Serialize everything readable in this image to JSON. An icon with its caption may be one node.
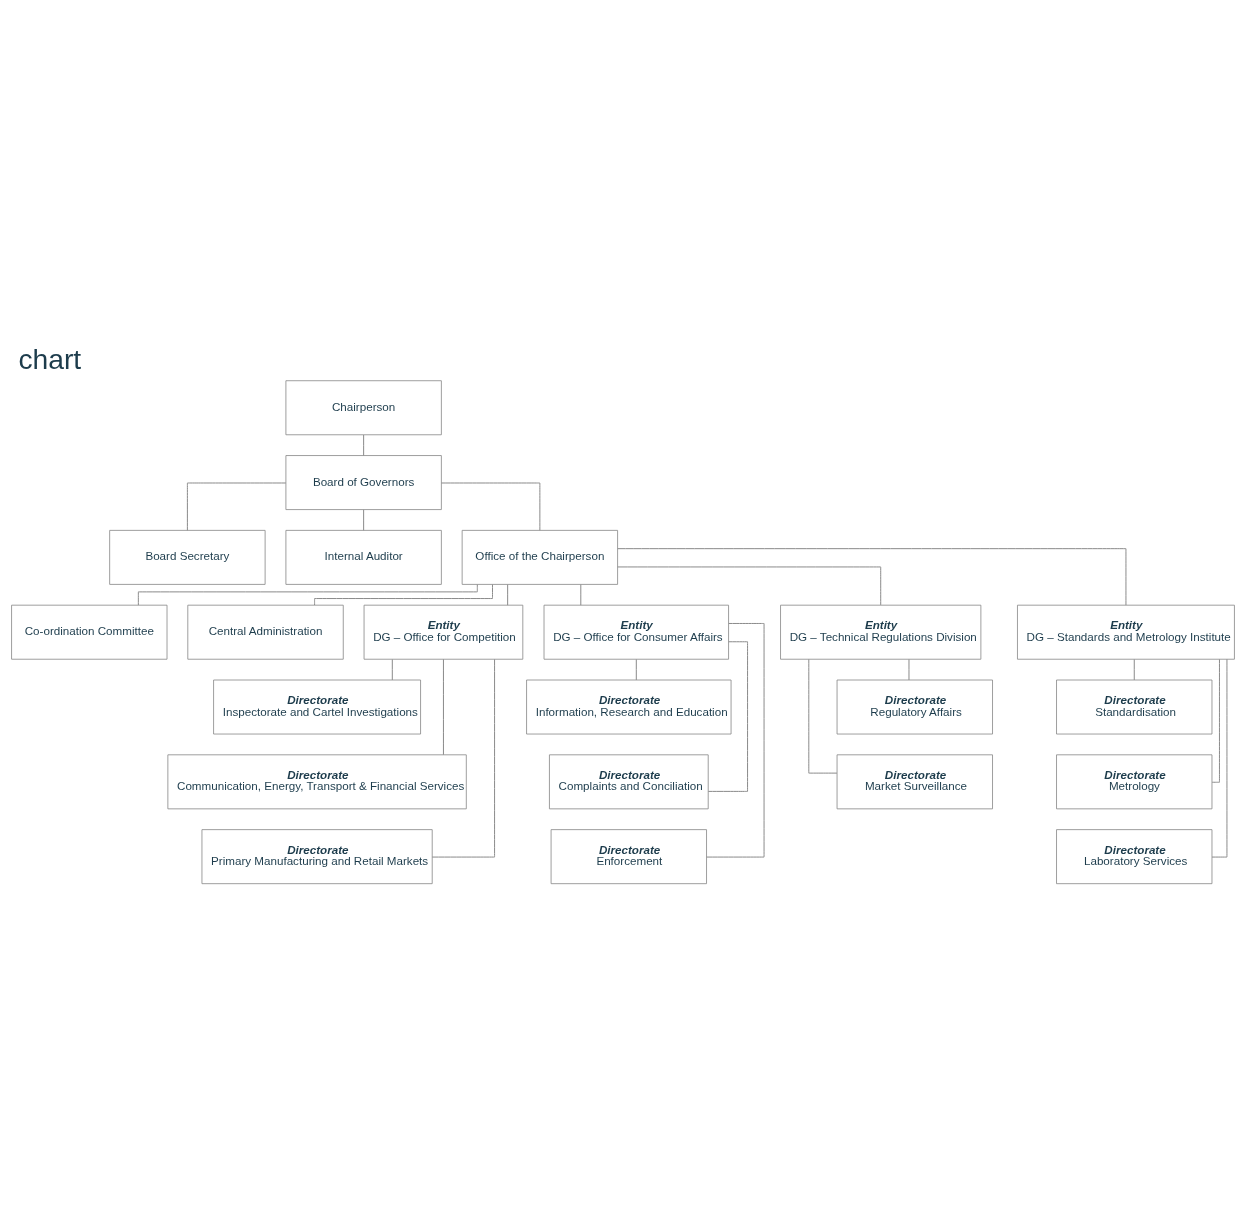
{
  "diagram": {
    "title": "chart",
    "nodes": [
      {
        "text": [
          "Chairperson"
        ]
      },
      {
        "text": [
          "Board of Governors"
        ]
      },
      {
        "text": [
          "Board Secretary"
        ]
      },
      {
        "text": [
          "Internal Auditor"
        ]
      },
      {
        "text": [
          "Office of the Chairperson"
        ]
      },
      {
        "text": [
          "Co-ordination Committee"
        ]
      },
      {
        "text": [
          "Central Administration"
        ]
      },
      {
        "text": [
          "Entity",
          "DG – Office for Competition"
        ]
      },
      {
        "text": [
          "Directorate",
          "Inspectorate and Cartel Investigations"
        ]
      },
      {
        "text": [
          "Directorate",
          "Communication, Energy, Transport & Financial Services"
        ]
      },
      {
        "text": [
          "Directorate",
          "Primary Manufacturing and Retail Markets"
        ]
      },
      {
        "text": [
          "Entity",
          "DG – Office for Consumer Affairs"
        ]
      },
      {
        "text": [
          "Directorate",
          "Information, Research and Education"
        ]
      },
      {
        "text": [
          "Directorate",
          "Complaints and Conciliation"
        ]
      },
      {
        "text": [
          "Directorate",
          "Enforcement"
        ]
      },
      {
        "text": [
          "Entity",
          "DG – Technical Regulations Division"
        ]
      },
      {
        "text": [
          "Directorate",
          "Regulatory Affairs"
        ]
      },
      {
        "text": [
          "Directorate",
          "Market Surveillance"
        ]
      },
      {
        "text": [
          "Entity",
          "DG – Standards and Metrology Institute"
        ]
      },
      {
        "text": [
          "Directorate",
          "Standardisation"
        ]
      },
      {
        "text": [
          "Directorate",
          "Metrology"
        ]
      },
      {
        "text": [
          "Directorate",
          "Laboratory Services"
        ]
      }
    ],
    "edges": [
      {
        "from": 0,
        "to": 1,
        "arrow": "none"
      },
      {
        "from": 1,
        "to": 2,
        "arrow": "none"
      },
      {
        "from": 1,
        "to": 3,
        "arrow": "none"
      },
      {
        "from": 1,
        "to": 4,
        "arrow": "none"
      },
      {
        "from": 4,
        "to": 5,
        "arrow": "none"
      },
      {
        "from": 4,
        "to": 6,
        "arrow": "none"
      },
      {
        "from": 4,
        "to": 7,
        "arrow": "none"
      },
      {
        "from": 4,
        "to": 11,
        "arrow": "none"
      },
      {
        "from": 4,
        "to": 15,
        "arrow": "none"
      },
      {
        "from": 4,
        "to": 18,
        "arrow": "none"
      },
      {
        "from": 7,
        "to": 8,
        "arrow": "none"
      },
      {
        "from": 7,
        "to": 9,
        "arrow": "none"
      },
      {
        "from": 7,
        "to": 10,
        "arrow": "none"
      },
      {
        "from": 11,
        "to": 12,
        "arrow": "none"
      },
      {
        "from": 11,
        "to": 13,
        "arrow": "none"
      },
      {
        "from": 11,
        "to": 14,
        "arrow": "none"
      },
      {
        "from": 15,
        "to": 16,
        "arrow": "none"
      },
      {
        "from": 15,
        "to": 17,
        "arrow": "none"
      },
      {
        "from": 18,
        "to": 19,
        "arrow": "none"
      },
      {
        "from": 18,
        "to": 20,
        "arrow": "none"
      },
      {
        "from": 18,
        "to": 21,
        "arrow": "none"
      }
    ]
  }
}
